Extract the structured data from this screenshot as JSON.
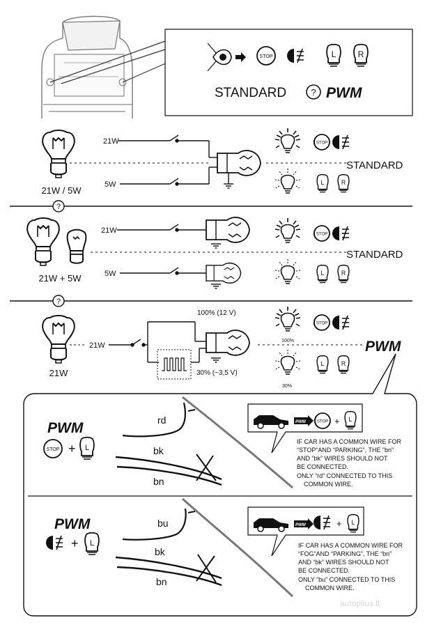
{
  "header": {
    "mode_caption_left": "STANDARD",
    "question_mark": "?",
    "mode_caption_right": "PWM",
    "stop_icon_text": "STOP",
    "left_indicator_letter": "L",
    "right_indicator_letter": "R"
  },
  "sections": [
    {
      "bulb_label": "21W / 5W",
      "wire_top": "21W",
      "wire_bottom": "5W",
      "mode": "STANDARD",
      "separator_mark": "?"
    },
    {
      "bulb_label": "21W + 5W",
      "wire_top": "21W",
      "wire_bottom": "5W",
      "mode": "STANDARD",
      "separator_mark": "?"
    },
    {
      "bulb_label": "21W",
      "wire_top": "21W",
      "level_high": "100% (12 V)",
      "level_low": "30% (~3,5 V)",
      "bulb_high_pct": "100%",
      "bulb_low_pct": "30%",
      "mode": "PWM"
    }
  ],
  "panel_a": {
    "title": "PWM",
    "wire_rd": "rd",
    "wire_bk": "bk",
    "wire_bn": "bn",
    "tag": "PWM",
    "note_lines": [
      "IF CAR HAS A COMMON WIRE FOR",
      "“STOP”AND “PARKING”, THE “bn”",
      " AND “bk” WIRES SHOULD NOT",
      "BE CONNECTED.",
      "ONLY “rd” CONNECTED TO THIS",
      "    COMMON WIRE."
    ]
  },
  "panel_b": {
    "title": "PWM",
    "wire_bu": "bu",
    "wire_bk": "bk",
    "wire_bn": "bn",
    "tag": "PWM",
    "note_lines": [
      "IF CAR HAS A COMMON WIRE FOR",
      "“FOG”AND “PARKING”, THE “bn”",
      " AND “bk” WIRES SHOULD NOT",
      "BE CONNECTED.",
      "ONLY “bu” CONNECTED TO THIS",
      "    COMMON WIRE."
    ]
  },
  "watermark": "autoplius.lt",
  "icons": [
    "car-hatchback-icon",
    "eye-icon",
    "arrow-right-icon",
    "stop-icon",
    "fog-lamp-icon",
    "left-indicator-icon",
    "right-indicator-icon",
    "bulb-icon",
    "ground-icon",
    "switch-icon",
    "pwm-signal-icon",
    "cross-icon",
    "car-sedan-icon"
  ]
}
